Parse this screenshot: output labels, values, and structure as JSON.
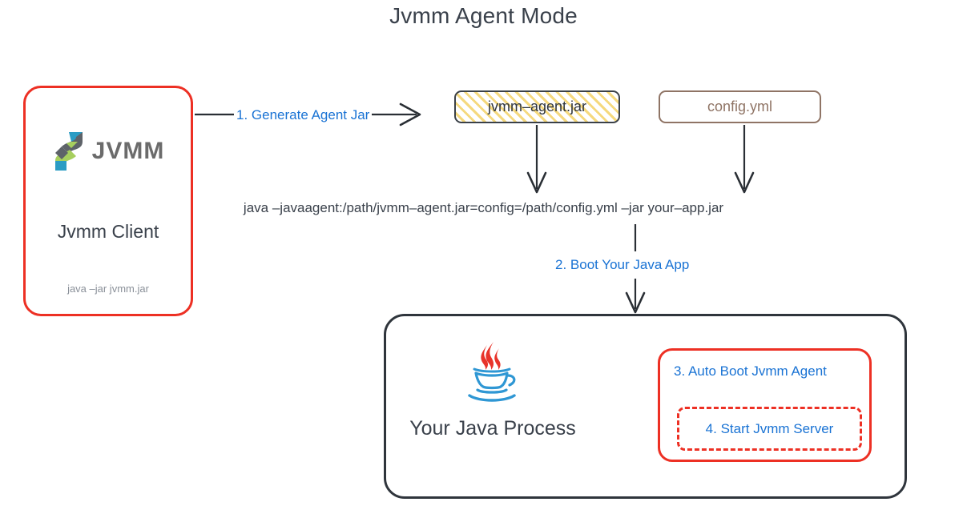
{
  "diagram": {
    "title": "Jvmm Agent Mode",
    "colors": {
      "accent_red": "#ed3024",
      "accent_blue": "#1a73d4",
      "text_dark": "#3a414b",
      "text_muted": "#8a9099",
      "config_brown": "#8f7465",
      "jar_hatch_yellow": "#f5d97e",
      "box_border_dark": "#2f353c",
      "java_red": "#e76f51",
      "java_blue": "#2f97d4"
    }
  },
  "client": {
    "brand": "JVMM",
    "label": "Jvmm Client",
    "command": "java –jar jvmm.jar",
    "logo_icon": "jvmm-logo-icon"
  },
  "artifacts": {
    "agent_jar": "jvmm–agent.jar",
    "config_file": "config.yml"
  },
  "command_line": "java –javaagent:/path/jvmm–agent.jar=config=/path/config.yml –jar your–app.jar",
  "steps": {
    "step1": "1. Generate Agent Jar",
    "step2": "2. Boot Your Java App",
    "step3": "3. Auto Boot Jvmm Agent",
    "step4": "4. Start Jvmm Server"
  },
  "process": {
    "label": "Your Java Process",
    "logo_icon": "java-coffee-cup-icon"
  }
}
